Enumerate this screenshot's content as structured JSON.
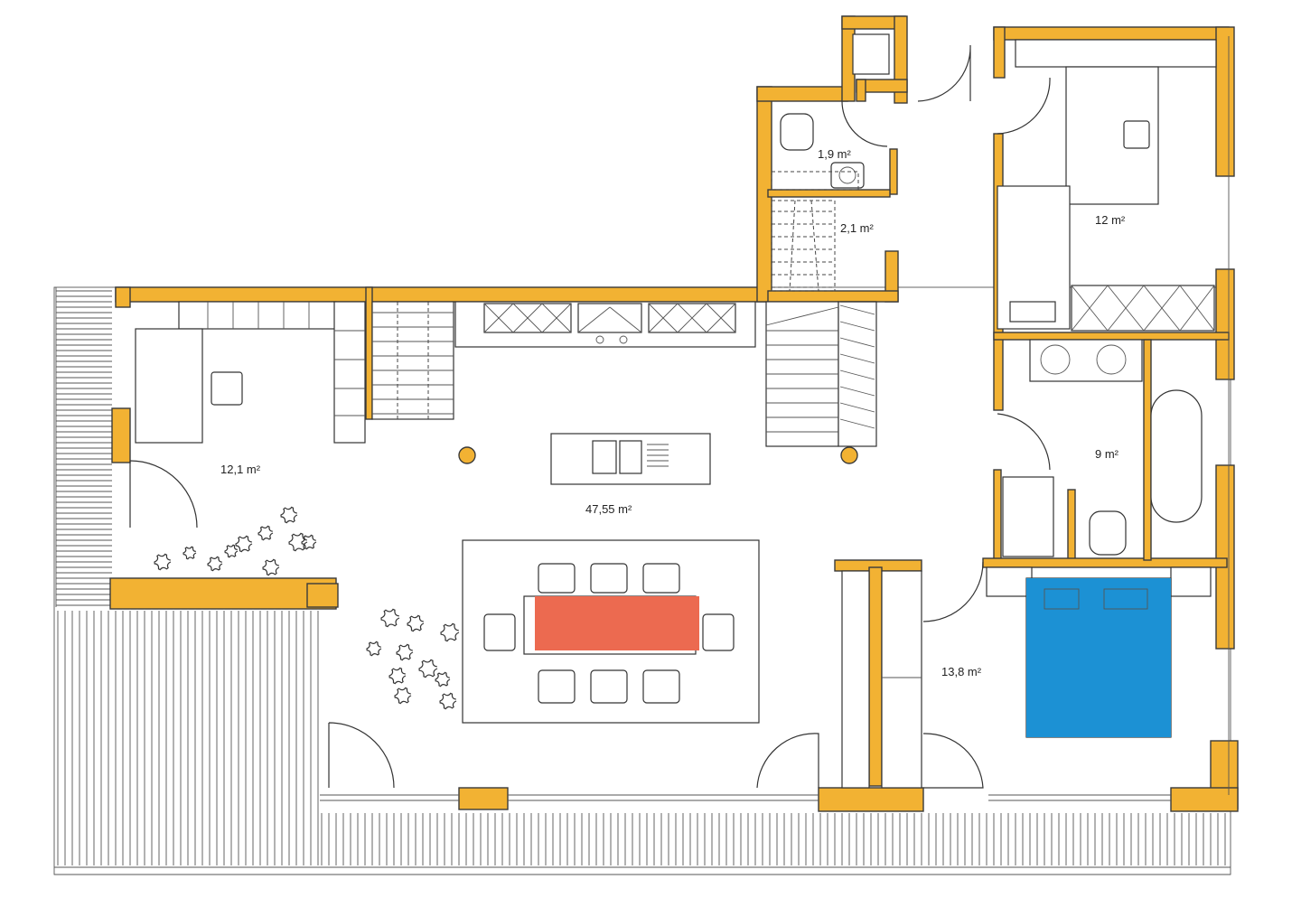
{
  "colors": {
    "wall": "#f2b233",
    "table_highlight": "#ec6a50",
    "bed_highlight": "#1c91d4",
    "column": "#f2b233"
  },
  "rooms": [
    {
      "id": "wc",
      "label": "1,9 m²"
    },
    {
      "id": "storage",
      "label": "2,1 m²"
    },
    {
      "id": "bedroom-2",
      "label": "12 m²"
    },
    {
      "id": "study",
      "label": "12,1 m²"
    },
    {
      "id": "living-kitchen",
      "label": "47,55 m²"
    },
    {
      "id": "bathroom",
      "label": "9 m²"
    },
    {
      "id": "bedroom-master",
      "label": "13,8 m²"
    }
  ]
}
